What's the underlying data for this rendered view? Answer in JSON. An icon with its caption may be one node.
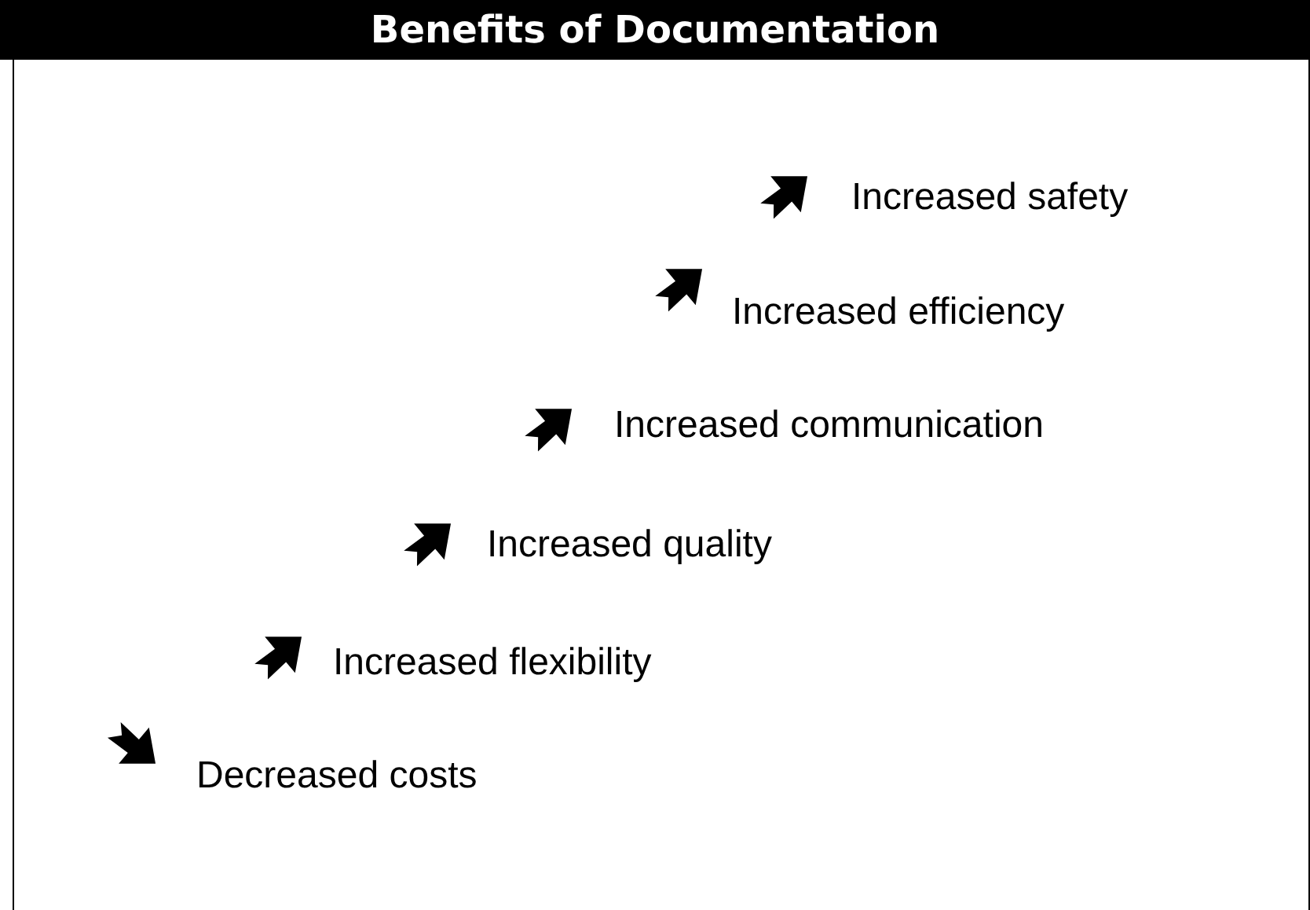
{
  "diagram": {
    "title": "Benefits of Documentation",
    "labels": [
      "Increased safety",
      "Increased efficiency",
      "Increased communication",
      "Increased quality",
      "Increased flexibility",
      "Decreased costs"
    ]
  }
}
